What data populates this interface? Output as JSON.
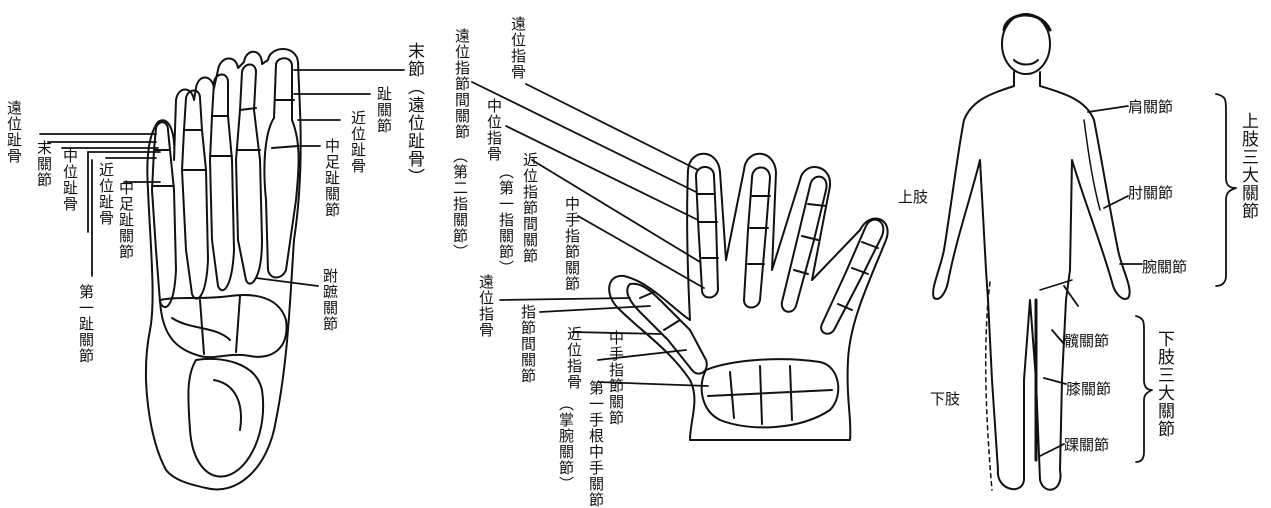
{
  "foot": {
    "labels": {
      "distal_phalanx": "遠位趾骨",
      "distal_joint": "末關節",
      "middle_phalanx": "中位趾骨",
      "proximal_phalanx": "近位趾骨",
      "mtp_joint_small": "中足趾關節",
      "first_mtp_joint": "第一趾關節",
      "distal_joint_bracket": "末節（遠位趾骨）",
      "toe_joint": "趾關節",
      "proximal_phalanx_2": "近位趾骨",
      "mtp_joint": "中足趾關節",
      "tarsometatarsal_joint": "跗蹠關節"
    }
  },
  "hand": {
    "labels": {
      "distal_phalanx_top": "遠位指骨",
      "dip_joint": "遠位指節間關節",
      "dip_joint_note": "（第二指關節）",
      "middle_phalanx": "中位指骨",
      "pip_joint_note": "（第一指關節）",
      "pip_joint": "近位指節間關節",
      "mcp_joint": "中手指節關節",
      "thumb_distal_phalanx": "遠位指骨",
      "ip_joint": "指節間關節",
      "proximal_phalanx": "近位指骨",
      "thumb_mcp_joint": "中手指節關節",
      "cmc_joint": "第一手根中手關節",
      "cmc_joint_note": "（掌腕關節）"
    }
  },
  "body": {
    "labels": {
      "upper_limb": "上肢",
      "lower_limb": "下肢",
      "shoulder": "肩關節",
      "elbow": "肘關節",
      "wrist": "腕關節",
      "hip": "髖關節",
      "knee": "膝關節",
      "ankle": "踝關節",
      "upper_three": "上肢三大關節",
      "lower_three": "下肢三大關節"
    }
  }
}
